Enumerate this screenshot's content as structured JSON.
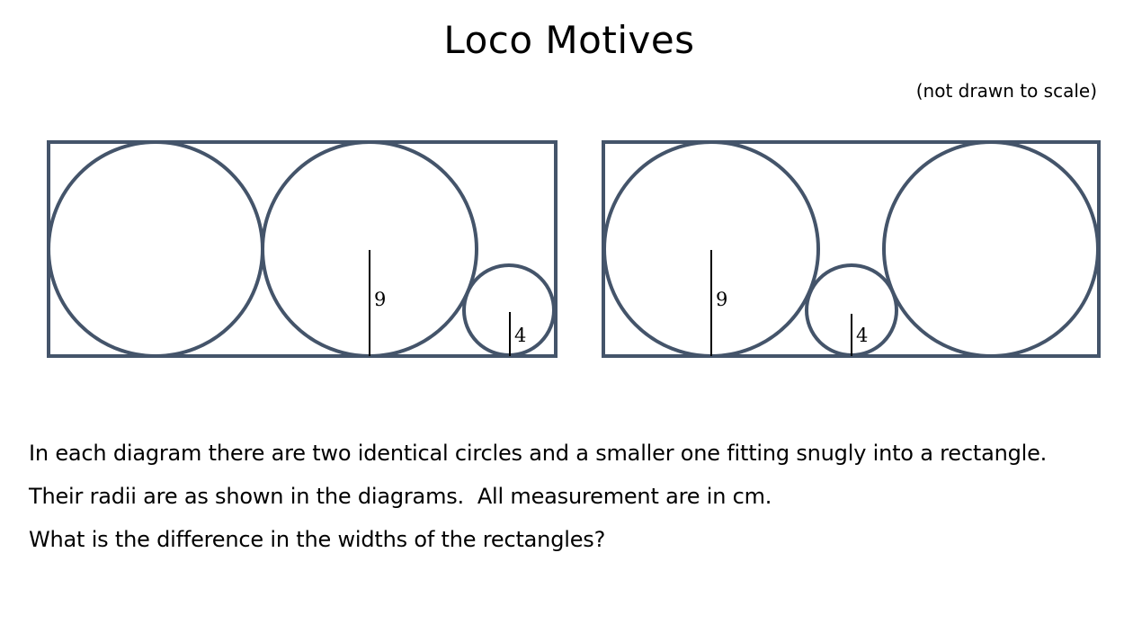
{
  "title": "Loco Motives",
  "note": "(not drawn to scale)",
  "diagrams": {
    "left": {
      "large_radius_label": "9",
      "small_radius_label": "4"
    },
    "right": {
      "large_radius_label": "9",
      "small_radius_label": "4"
    }
  },
  "question": {
    "line1": "In each diagram there are two identical circles and a smaller one fitting snugly into a rectangle.",
    "line2": "Their radii are as shown in the diagrams.  All measurement are in cm.",
    "line3": "What is the difference in the widths of the rectangles?"
  },
  "colors": {
    "shape_stroke": "#44546a",
    "radius_line": "#000000"
  }
}
